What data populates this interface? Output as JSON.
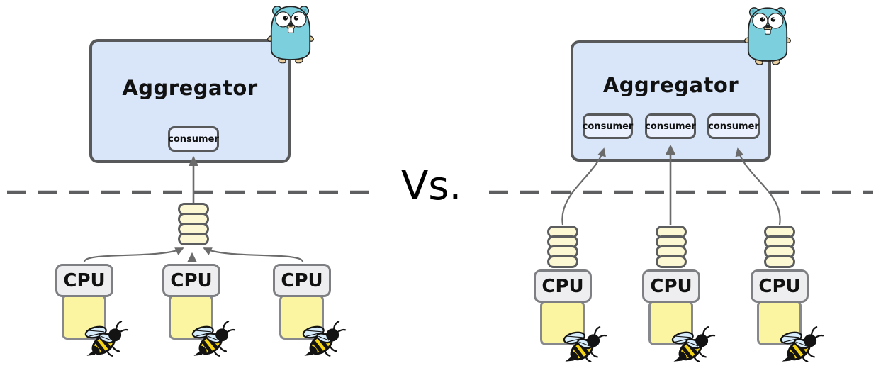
{
  "vs_label": "Vs.",
  "left_panel": {
    "aggregator_label": "Aggregator",
    "consumer_labels": [
      "consumer"
    ],
    "queue_stacks": 1,
    "queue_segments_per_stack": 4,
    "cpu_labels": [
      "CPU",
      "CPU",
      "CPU"
    ]
  },
  "right_panel": {
    "aggregator_label": "Aggregator",
    "consumer_labels": [
      "consumer",
      "consumer",
      "consumer"
    ],
    "queue_stacks": 3,
    "queue_segments_per_stack": 4,
    "cpu_labels": [
      "CPU",
      "CPU",
      "CPU"
    ]
  },
  "icons": {
    "gopher": "go-gopher-mascot",
    "bee": "bee"
  },
  "colors": {
    "aggregator_fill": "#d9e6fa",
    "aggregator_border": "#57595b",
    "consumer_fill": "#eaf0fd",
    "queue_fill": "#fdf8d4",
    "queue_border": "#5c5d5e",
    "cpu_fill": "#eeeef0",
    "cpu_border": "#7e7f83",
    "goroutine_block_fill": "#fbf5a1",
    "connector_gray": "#6b6b6b",
    "dashed_divider_gray": "#5e5f61",
    "gopher_teal": "#7ccfdd",
    "bee_yellow": "#f6d514",
    "bee_wing_blue": "#d8edfb"
  }
}
